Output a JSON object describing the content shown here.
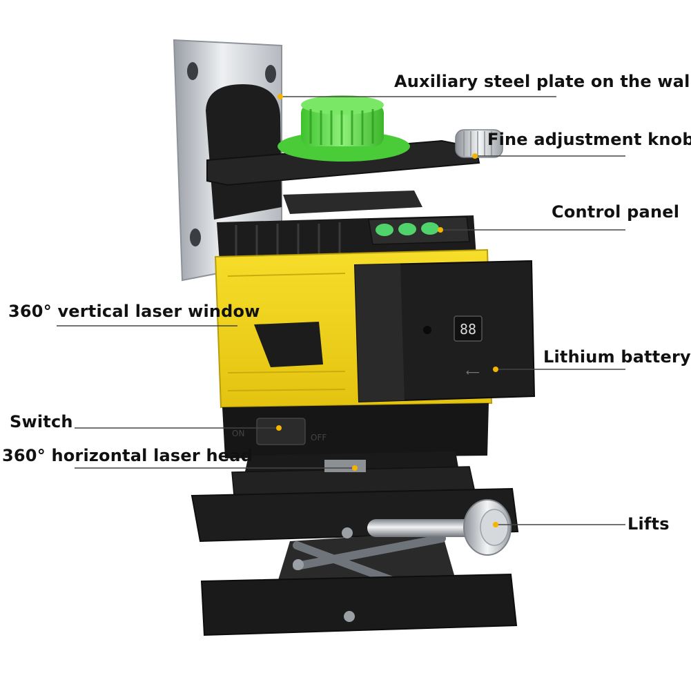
{
  "labels": {
    "plate": "Auxiliary steel plate on the wall",
    "knob": "Fine adjustment knob",
    "control": "Control panel",
    "window": "360° vertical laser window",
    "battery": "Lithium battery",
    "switch": "Switch",
    "head": "360° horizontal laser head",
    "lifts": "Lifts"
  },
  "device": {
    "display_digits": "88",
    "switch_on": "ON",
    "switch_off": "OFF"
  },
  "colors": {
    "body_yellow": "#f2d41a",
    "knob_green": "#5fe04a",
    "housing_black": "#1c1c1c",
    "callout_dot": "#f4b400",
    "panel_led": "#4fd36a"
  }
}
